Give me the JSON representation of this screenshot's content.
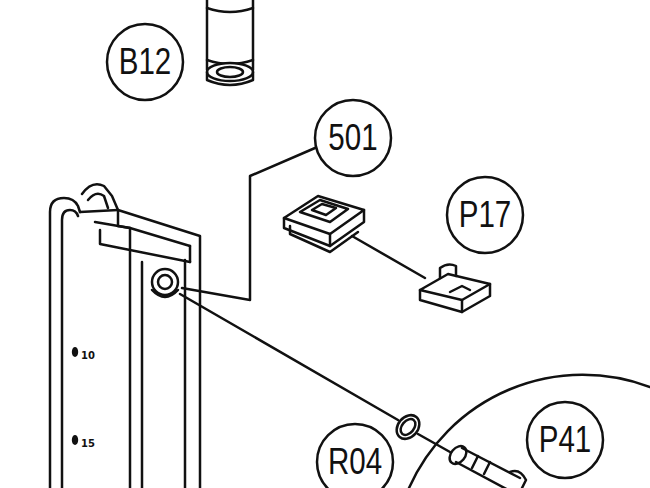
{
  "diagram": {
    "labels": [
      "B12",
      "501",
      "P17",
      "R04",
      "P41",
      "10",
      "15"
    ]
  }
}
